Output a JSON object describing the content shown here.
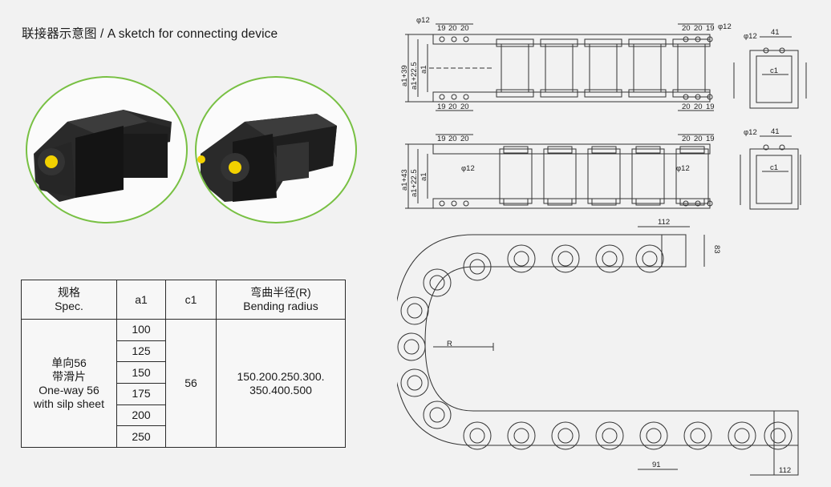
{
  "title": "联接器示意图 / A sketch for connecting device",
  "colors": {
    "ring": "#78c043",
    "pin": "#f2d100",
    "body": "#1c1c1c"
  },
  "spec_table": {
    "headers": {
      "spec": "规格\nSpec.",
      "a1": "a1",
      "c1": "c1",
      "radius": "弯曲半径(R)\nBending radius"
    },
    "model": "单向56\n带滑片\nOne-way 56\nwith silp sheet",
    "a1_values": [
      "100",
      "125",
      "150",
      "175",
      "200",
      "250"
    ],
    "c1": "56",
    "radius": "150.200.250.300.\n350.400.500"
  },
  "drawing": {
    "top_view": {
      "dims_top_left": [
        "19",
        "20",
        "20"
      ],
      "dims_top_right": [
        "20",
        "20",
        "19"
      ],
      "dims_bottom_left": [
        "19",
        "20",
        "20"
      ],
      "dims_bottom_right": [
        "20",
        "20",
        "19"
      ],
      "hole_left": "φ12",
      "hole_right": "φ12",
      "height_outer": "a1+39",
      "height_mid": "a1+22.5",
      "height_inner": "a1"
    },
    "side_view": {
      "dims_top_left": [
        "19",
        "20",
        "20"
      ],
      "dims_top_right": [
        "20",
        "20",
        "19"
      ],
      "hole_left": "φ12",
      "hole_right": "φ12",
      "height_outer": "a1+43",
      "height_mid": "a1+22.5",
      "height_inner": "a1"
    },
    "end_view_top": {
      "hole": "φ12",
      "width": "41",
      "inner": "c1"
    },
    "end_view_bottom": {
      "hole": "φ12",
      "width": "41",
      "inner": "c1"
    },
    "bend_view": {
      "top_length": "112",
      "height": "83",
      "radius": "R",
      "pitch": "91",
      "bottom_length": "112"
    }
  }
}
